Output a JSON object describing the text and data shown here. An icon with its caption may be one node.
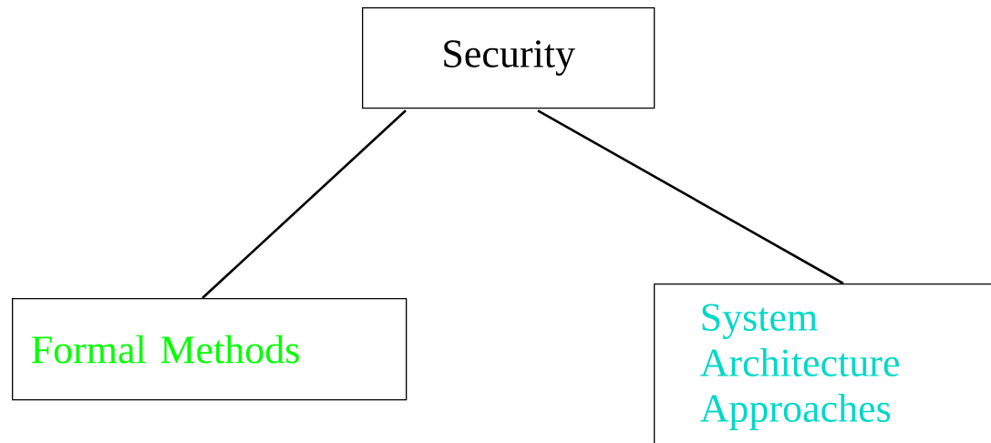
{
  "diagram": {
    "nodes": [
      {
        "text": [
          "Security"
        ]
      },
      {
        "text": [
          "Formal Methods"
        ]
      },
      {
        "text": [
          "System Architecture Approaches"
        ]
      }
    ],
    "edges": [
      {
        "from": 0,
        "to": 1,
        "arrow": "none"
      },
      {
        "from": 0,
        "to": 2,
        "arrow": "none"
      }
    ]
  }
}
